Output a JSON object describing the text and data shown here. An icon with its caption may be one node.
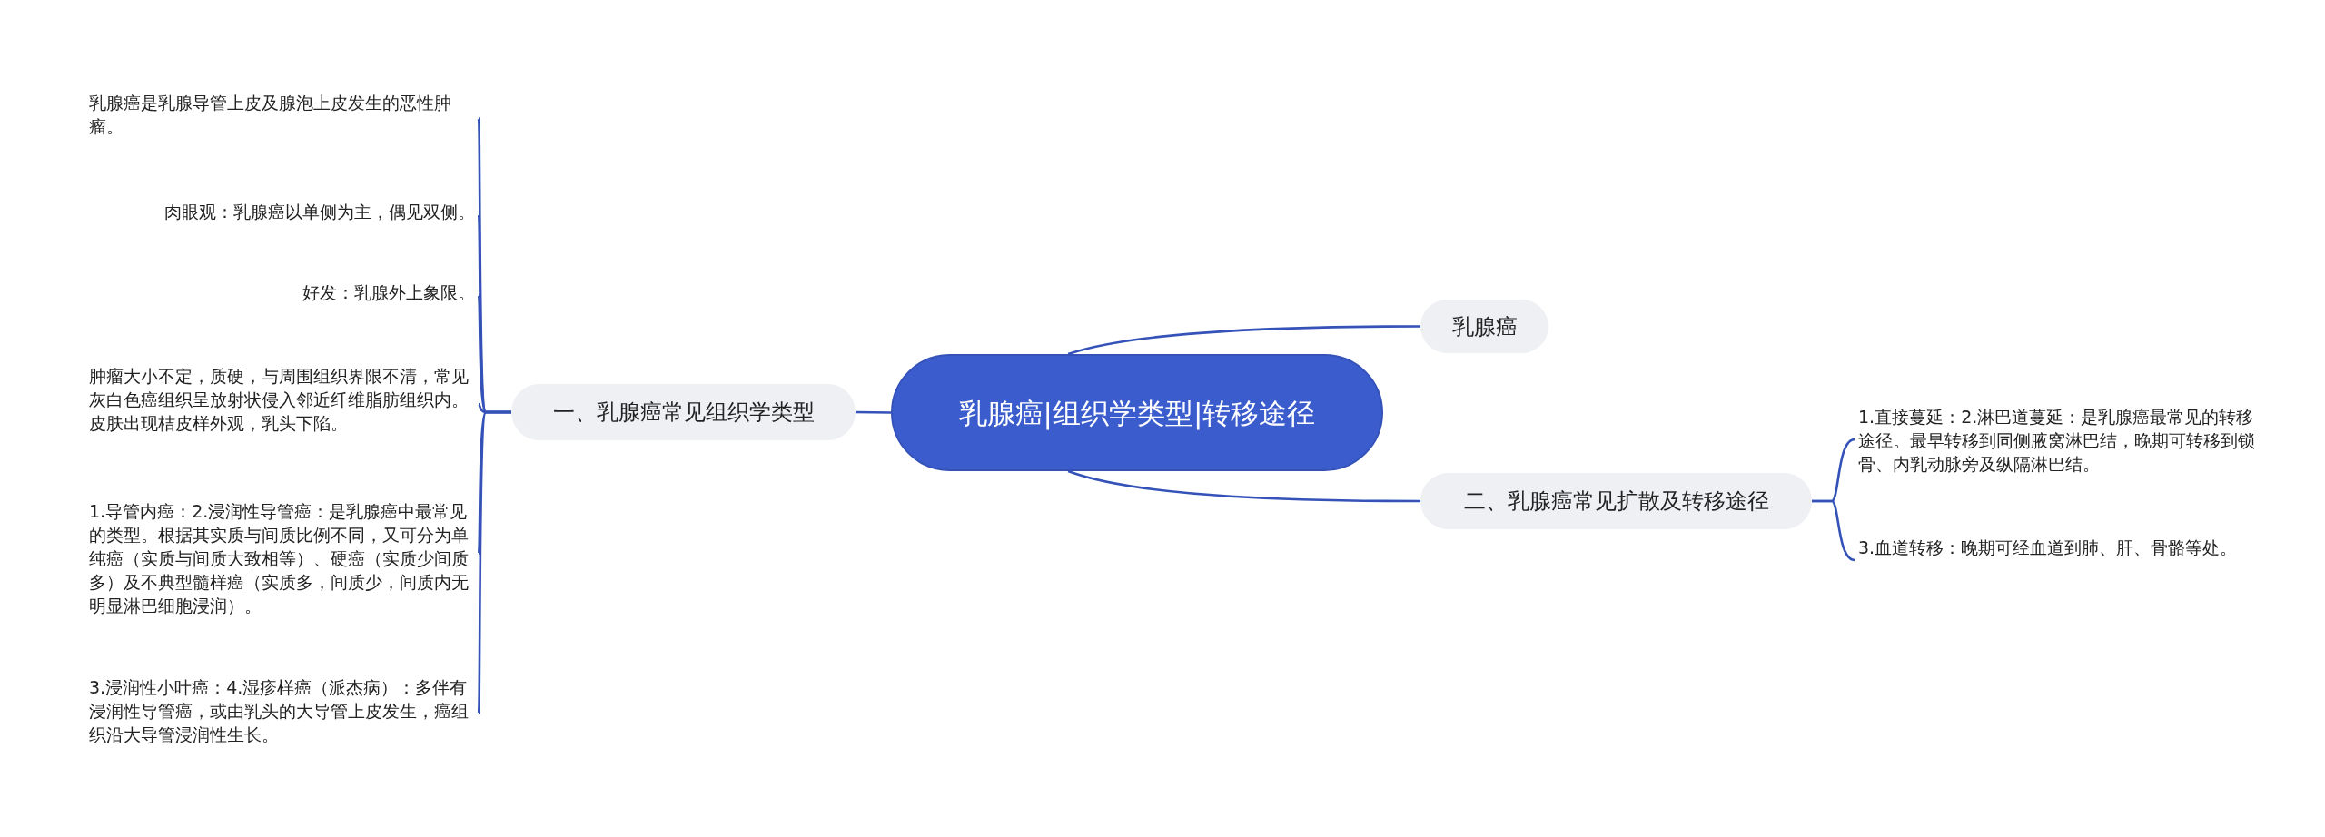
{
  "diagram": {
    "nodes": [
      {
        "text": [
          "乳腺癌|组织学类型|转移途径"
        ]
      },
      {
        "text": [
          "一、乳腺癌常见组织学类型"
        ]
      },
      {
        "text": [
          "乳腺癌"
        ]
      },
      {
        "text": [
          "二、乳腺癌常见扩散及转移途径"
        ]
      },
      {
        "text": [
          "乳腺癌是乳腺导管上皮及腺泡上皮发生的恶性肿瘤。"
        ]
      },
      {
        "text": [
          "肉眼观：乳腺癌以单侧为主，偶见双侧。"
        ]
      },
      {
        "text": [
          "好发：乳腺外上象限。"
        ]
      },
      {
        "text": [
          "肿瘤大小不定，质硬，与周围组织界限不清，常见灰白色癌组织呈放射状侵入邻近纤维脂肪组织内。皮肤出现桔皮样外观，乳头下陷。"
        ]
      },
      {
        "text": [
          "1.导管内癌：2.浸润性导管癌：是乳腺癌中最常见的类型。根据其实质与间质比例不同，又可分为单纯癌（实质与间质大致相等）、硬癌（实质少间质多）及不典型髓样癌（实质多，间质少，间质内无明显淋巴细胞浸润）。"
        ]
      },
      {
        "text": [
          "3.浸润性小叶癌：4.湿疹样癌（派杰病）：多伴有浸润性导管癌，或由乳头的大导管上皮发生，癌组织沿大导管浸润性生长。"
        ]
      },
      {
        "text": [
          "1.直接蔓延：2.淋巴道蔓延：是乳腺癌最常见的转移途径。最早转移到同侧腋窝淋巴结，晚期可转移到锁骨、内乳动脉旁及纵隔淋巴结。"
        ]
      },
      {
        "text": [
          "3.血道转移：晚期可经血道到肺、肝、骨骼等处。"
        ]
      }
    ],
    "edges": [
      {
        "from": 0,
        "to": 1,
        "arrow": "none"
      },
      {
        "from": 0,
        "to": 2,
        "arrow": "none"
      },
      {
        "from": 0,
        "to": 3,
        "arrow": "none"
      },
      {
        "from": 1,
        "to": 4,
        "arrow": "none"
      },
      {
        "from": 1,
        "to": 5,
        "arrow": "none"
      },
      {
        "from": 1,
        "to": 6,
        "arrow": "none"
      },
      {
        "from": 1,
        "to": 7,
        "arrow": "none"
      },
      {
        "from": 1,
        "to": 8,
        "arrow": "none"
      },
      {
        "from": 1,
        "to": 9,
        "arrow": "none"
      },
      {
        "from": 3,
        "to": 10,
        "arrow": "none"
      },
      {
        "from": 3,
        "to": 11,
        "arrow": "none"
      }
    ]
  }
}
